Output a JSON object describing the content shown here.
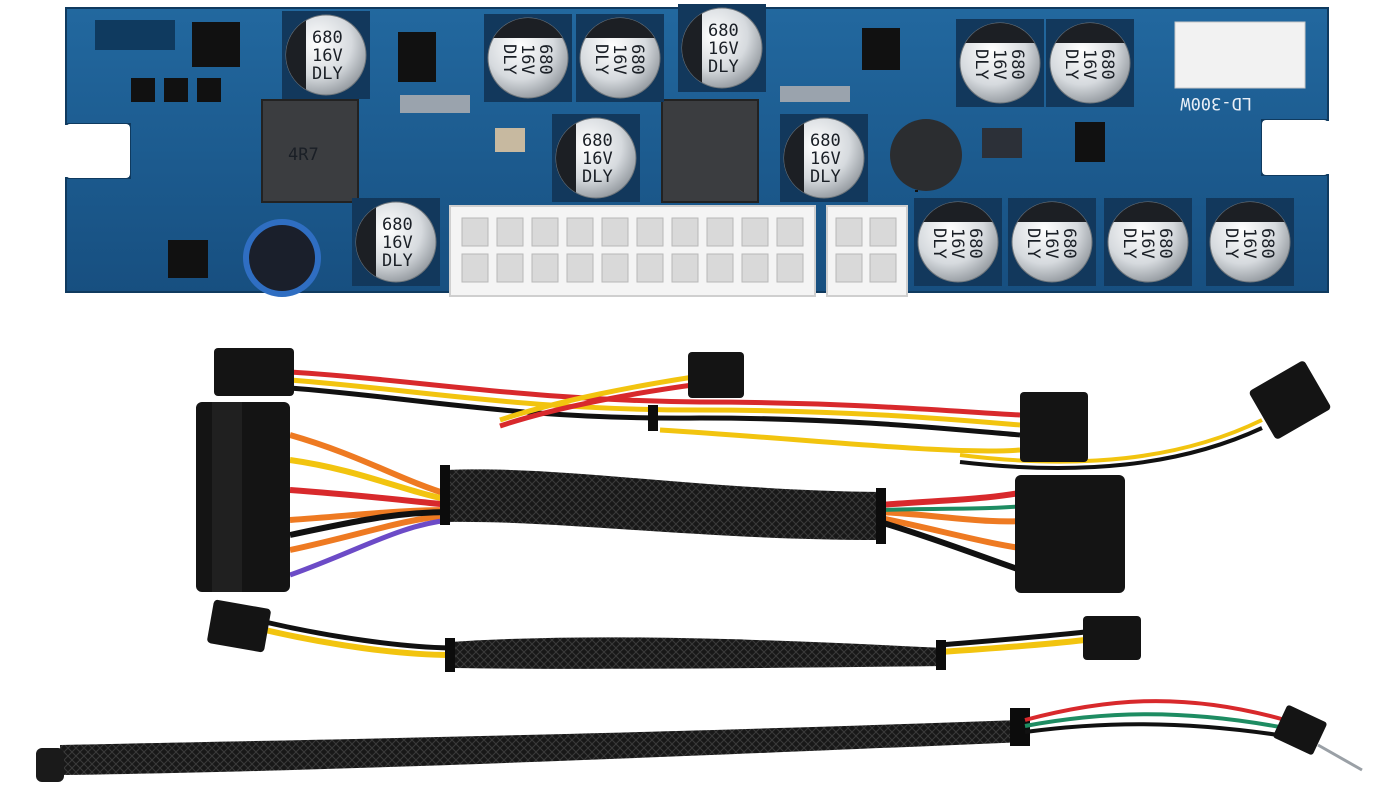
{
  "photo": {
    "subject": "pico ATX power supply board with cables",
    "board": {
      "model_label": "LD-300W",
      "capacitor_marking": [
        "680",
        "16V",
        "DLY"
      ],
      "inductor_marking": "4R7",
      "colors": {
        "pcb": "#1d5d95",
        "pcb_dark": "#164a78",
        "capacitor": "#d9dde2",
        "connector": "#f2f2f2"
      }
    },
    "cables": {
      "colors": {
        "sleeve": "#1a1a1a",
        "yellow": "#f2c40f",
        "red": "#d8292c",
        "orange": "#ee7a22",
        "black": "#111111",
        "green": "#1e8c62"
      }
    }
  }
}
